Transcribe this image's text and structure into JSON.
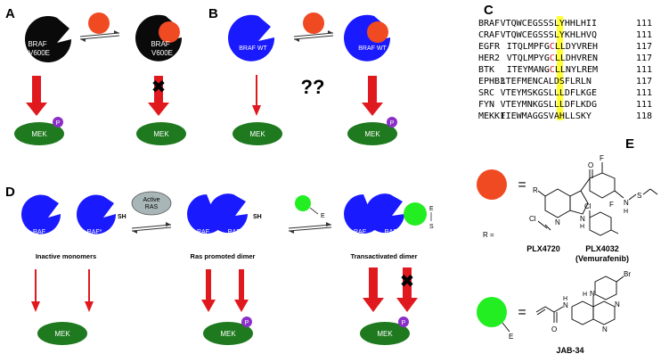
{
  "panels": {
    "a": {
      "letter": "A",
      "braf_label_line1": "BRAF",
      "braf_label_line2": "V600E",
      "mek_label": "MEK",
      "phospho_label": "P",
      "colors": {
        "braf": "#0a0a0a",
        "drug": "#f04a23",
        "arrow": "#e0191f",
        "mek": "#1f7a1f",
        "phospho": "#8b2fc9"
      }
    },
    "b": {
      "letter": "B",
      "braf_label": "BRAF WT",
      "question": "??",
      "mek_label": "MEK",
      "phospho_label": "P",
      "colors": {
        "braf": "#1a1aff"
      }
    },
    "c": {
      "letter": "C",
      "rows": [
        {
          "name": "BRAF",
          "pre": "VTQWCEGSS",
          "key": "S",
          "post": "LYHHLHII",
          "num": "111",
          "hl": "#ffff33"
        },
        {
          "name": "CRAF",
          "pre": "VTQWCEGSS",
          "key": "S",
          "post": "LYKHLHVQ",
          "num": "111",
          "hl": "#ffff33"
        },
        {
          "name": "EGFR",
          "pre": "ITQLMPFG",
          "key": "C",
          "post": "LLDYVREH",
          "num": "117",
          "hl": "#ffff33"
        },
        {
          "name": "HER2",
          "pre": "VTQLMPYG",
          "key": "C",
          "post": "LLDHVREN",
          "num": "117",
          "hl": "#ffff33"
        },
        {
          "name": "BTK",
          "pre": "ITEYMANG",
          "key": "C",
          "post": "LLNYLREM",
          "num": "111",
          "hl": "#ffff33"
        },
        {
          "name": "EPHB3",
          "pre": "LTEFMENCA",
          "key": "L",
          "post": "DSFLRLN",
          "num": "117",
          "hl": "#ffff33"
        },
        {
          "name": "SRC",
          "pre": "VTEYMSKGS",
          "key": "L",
          "post": "LLDFLKGE",
          "num": "111",
          "hl": "#ffff33"
        },
        {
          "name": "FYN",
          "pre": "VTEYMNKGS",
          "key": "L",
          "post": "LLDFLKDG",
          "num": "111",
          "hl": "#ffff33"
        },
        {
          "name": "MEKK1",
          "pre": "FIEWMAGGS",
          "key": "V",
          "post": "AHLLSKY",
          "num": "118",
          "hl": "#ffff33"
        }
      ]
    },
    "d": {
      "letter": "D",
      "raf_label": "RAF",
      "rafstar_label": "RAF*",
      "sh_label": "SH",
      "ras_line1": "Active",
      "ras_line2": "RAS",
      "e_label": "E",
      "s_label": "S",
      "mek_label": "MEK",
      "phospho_label": "P",
      "stage1": "Inactive monomers",
      "stage2": "Ras promoted dimer",
      "stage3": "Transactivated dimer",
      "colors": {
        "ras": "#a9b6b8",
        "covalent": "#22ee22"
      }
    },
    "e": {
      "letter": "E",
      "r_label": "R",
      "equals": "=",
      "r_eq": "R =",
      "cl1": "Cl",
      "cl2": "Cl",
      "f1": "F",
      "f2": "F",
      "o1": "O",
      "s": "S",
      "nh1": "N",
      "h1": "H",
      "n_ring": "N",
      "nh_ring": "N",
      "h_ring": "H",
      "plx4720": "PLX4720",
      "plx4032": "PLX4032",
      "vemurafenib": "(Vemurafenib)",
      "e_label": "E",
      "br": "Br",
      "jab_h": "H",
      "jab_n": "N",
      "jab_o": "O",
      "jab_nh": "N",
      "jab_n1": "N",
      "jab_n2": "N",
      "jab_label": "JAB-34"
    }
  }
}
